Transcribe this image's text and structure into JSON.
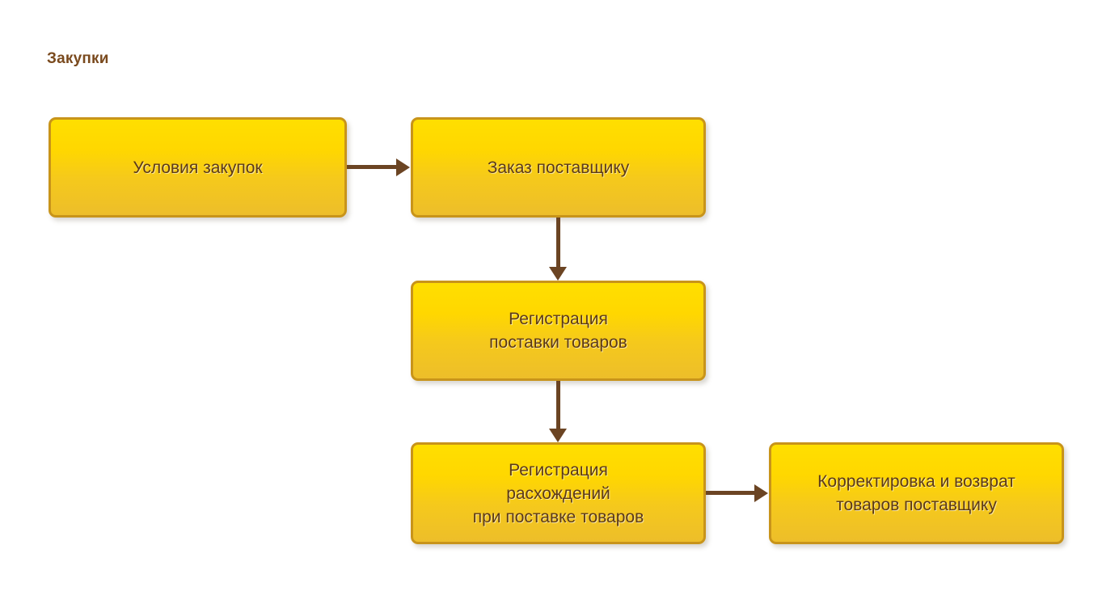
{
  "title": "Закупки",
  "theme": {
    "background": "#ffffff",
    "title_color": "#7a4a1e",
    "node_fill_top": "#ffdf00",
    "node_fill_bottom": "#edbe2a",
    "node_border": "#c8941a",
    "node_text": "#5c3a17",
    "connector_color": "#6b4423"
  },
  "nodes": [
    {
      "id": "conditions",
      "label": "Условия закупок"
    },
    {
      "id": "supplier-order",
      "label": "Заказ поставщику"
    },
    {
      "id": "goods-delivery-registration",
      "label": "Регистрация\nпоставки товаров"
    },
    {
      "id": "discrepancy-registration",
      "label": "Регистрация\nрасхождений\nпри поставке товаров"
    },
    {
      "id": "correction-and-return",
      "label": "Корректировка и возврат\nтоваров поставщику"
    }
  ],
  "connectors": [
    {
      "id": "c1",
      "from": "conditions",
      "to": "supplier-order",
      "direction": "right"
    },
    {
      "id": "c2",
      "from": "supplier-order",
      "to": "goods-delivery-registration",
      "direction": "down"
    },
    {
      "id": "c3",
      "from": "goods-delivery-registration",
      "to": "discrepancy-registration",
      "direction": "down"
    },
    {
      "id": "c4",
      "from": "discrepancy-registration",
      "to": "correction-and-return",
      "direction": "right"
    }
  ]
}
